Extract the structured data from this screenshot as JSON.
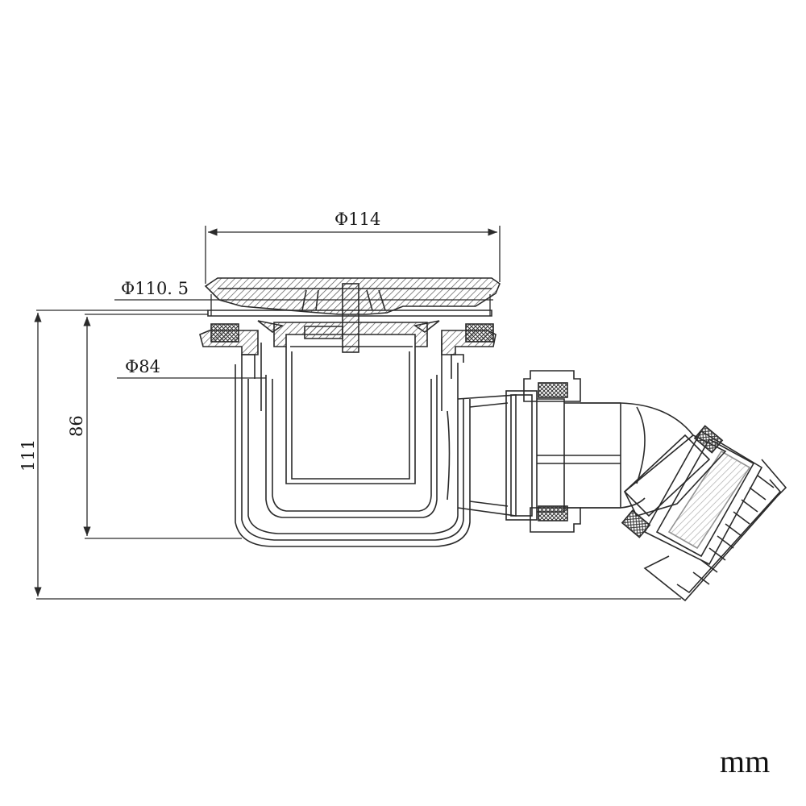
{
  "dimensions": {
    "cover_diameter": "Φ114",
    "flange_diameter": "Φ110. 5",
    "body_diameter": "Φ84",
    "total_height": "111",
    "body_height": "86"
  },
  "unit": "mm",
  "colors": {
    "line": "#2a2a2a",
    "hatch": "#555555",
    "background": "#ffffff"
  }
}
